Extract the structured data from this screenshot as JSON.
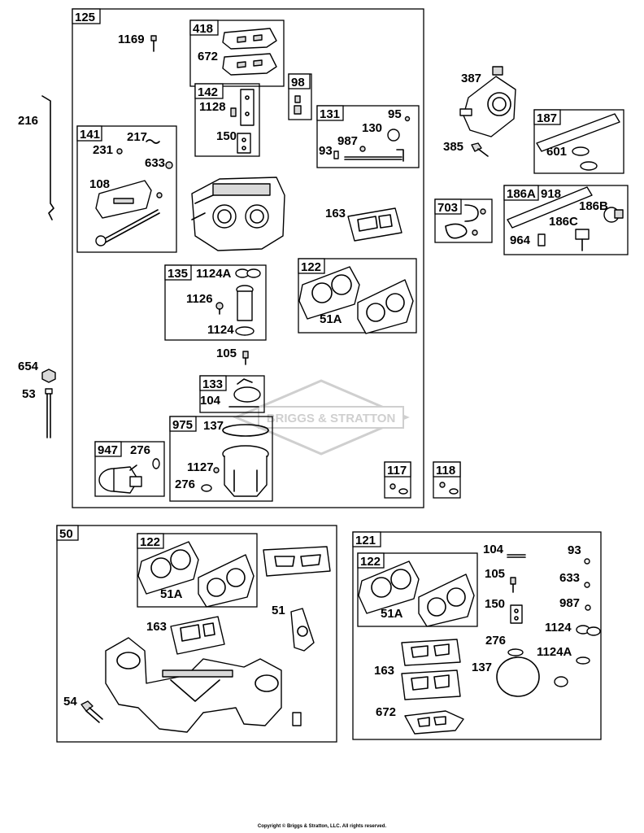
{
  "watermark": "BRIGGS & STRATTON",
  "copyright": "Copyright © Briggs & Stratton, LLC. All rights reserved.",
  "boxes": {
    "b125": "125",
    "b418": "418",
    "b142": "142",
    "b98": "98",
    "b141": "141",
    "b131": "131",
    "b135": "135",
    "b122a": "122",
    "b133": "133",
    "b975": "975",
    "b947": "947",
    "b117": "117",
    "b118": "118",
    "b187": "187",
    "b703": "703",
    "b186a": "186A",
    "b50": "50",
    "b122b": "122",
    "b121": "121",
    "b122c": "122"
  },
  "labels": {
    "l1169": "1169",
    "l672a": "672",
    "l1128": "1128",
    "l150a": "150",
    "l216": "216",
    "l217": "217",
    "l231": "231",
    "l633a": "633",
    "l108": "108",
    "l95": "95",
    "l130": "130",
    "l987a": "987",
    "l93a": "93",
    "l387": "387",
    "l385": "385",
    "l601": "601",
    "l918": "918",
    "l186b": "186B",
    "l186c": "186C",
    "l964": "964",
    "l163a": "163",
    "l1124a_a": "1124A",
    "l1126": "1126",
    "l1124a": "1124",
    "l51a_a": "51A",
    "l105a": "105",
    "l654": "654",
    "l53": "53",
    "l104a": "104",
    "l137a": "137",
    "l276a": "276",
    "l1127": "1127",
    "l276b": "276",
    "l51a_b": "51A",
    "l163b": "163",
    "l51": "51",
    "l54": "54",
    "l104b": "104",
    "l93b": "93",
    "l105b": "105",
    "l633b": "633",
    "l51a_c": "51A",
    "l150b": "150",
    "l987b": "987",
    "l1124b": "1124",
    "l276c": "276",
    "l1124a_b": "1124A",
    "l163c": "163",
    "l137b": "137",
    "l672b": "672"
  }
}
